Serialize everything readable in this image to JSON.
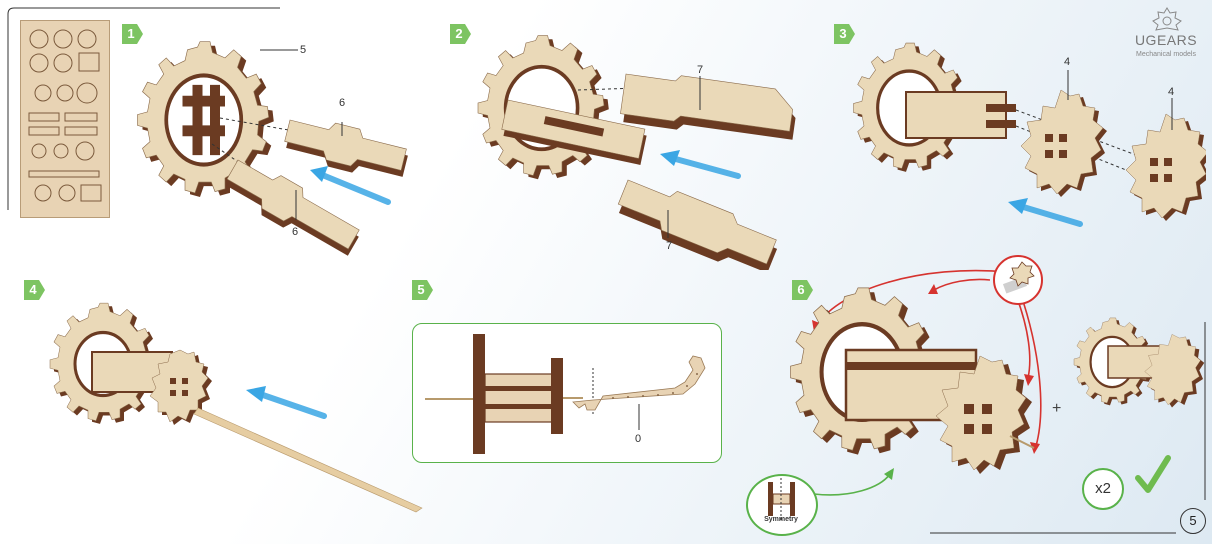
{
  "steps": [
    {
      "number": "1"
    },
    {
      "number": "2"
    },
    {
      "number": "3"
    },
    {
      "number": "4"
    },
    {
      "number": "5"
    },
    {
      "number": "6"
    }
  ],
  "part_labels": {
    "s1_gear": "5",
    "s1_top": "6",
    "s1_bottom": "6",
    "s2_top": "7",
    "s2_bottom": "7",
    "s3_left": "4",
    "s3_right": "4",
    "s5_tool": "0"
  },
  "logo": {
    "title": "UGEARS",
    "subtitle": "Mechanical models"
  },
  "symmetry_label": "Symmetry",
  "multiplier": "x2",
  "plus_sign": "+",
  "page_number": "5",
  "colors": {
    "badge_green": "#7dc462",
    "wood_light": "#ead9b8",
    "wood_dark": "#6b3b22",
    "arrow_blue": "#3aa6e4",
    "arrow_red": "#d6332f",
    "frame_green": "#59b24a"
  }
}
